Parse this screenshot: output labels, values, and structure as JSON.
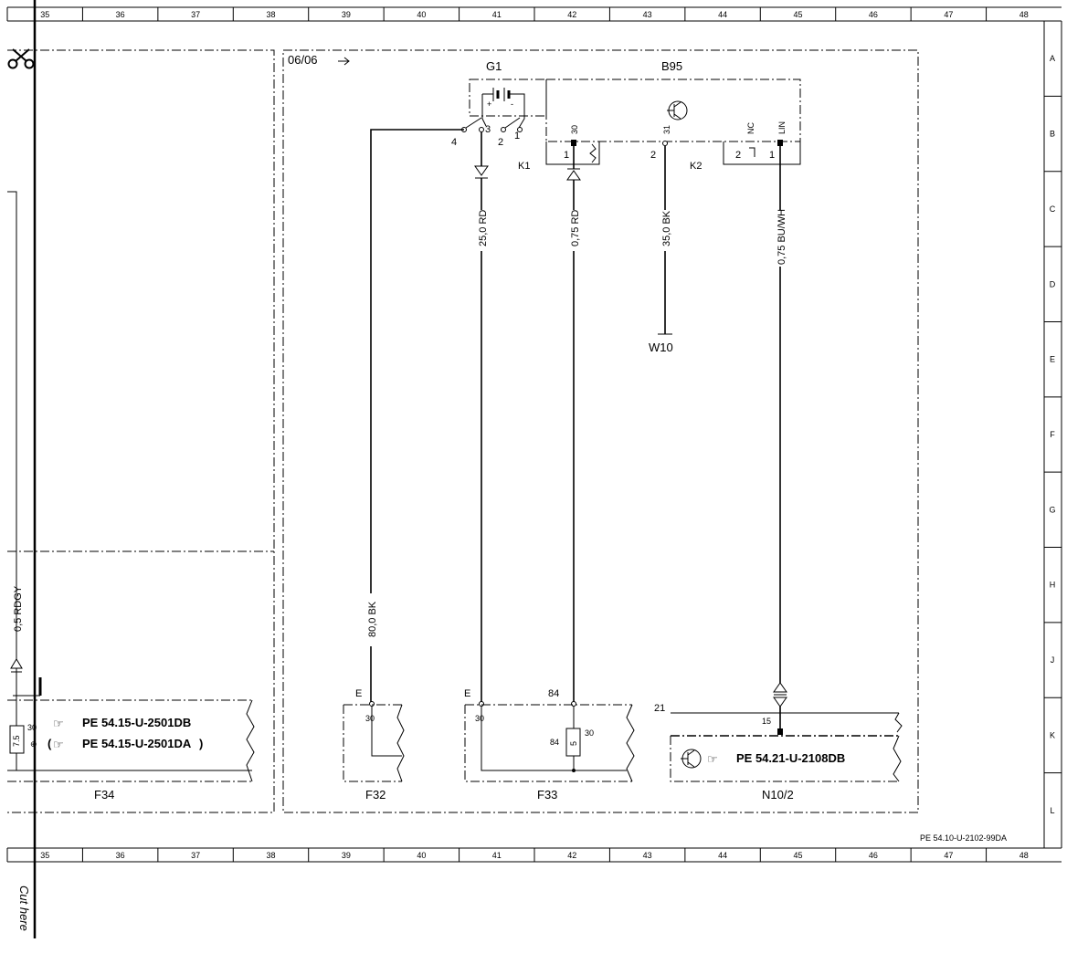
{
  "grid": {
    "columns": [
      "35",
      "36",
      "37",
      "38",
      "39",
      "40",
      "41",
      "42",
      "43",
      "44",
      "45",
      "46",
      "47",
      "48"
    ],
    "rows": [
      "A",
      "B",
      "C",
      "D",
      "E",
      "F",
      "G",
      "H",
      "J",
      "K",
      "L"
    ]
  },
  "cut": {
    "label": "Cut here",
    "icon": "scissors-icon"
  },
  "sheet": {
    "reference": "06/06",
    "document_id": "PE 54.10-U-2102-99DA"
  },
  "components": {
    "g1": "G1",
    "b95": "B95",
    "w10": "W10",
    "f34": "F34",
    "f32": "F32",
    "f33": "F33",
    "n10_2": "N10/2",
    "k1": "K1",
    "k2": "K2"
  },
  "pins": {
    "g1_4": "4",
    "g1_3": "3",
    "g1_2": "2",
    "g1_1": "1",
    "g1_plus": "+",
    "g1_minus": "-",
    "b95_30": "30",
    "b95_31": "31",
    "b95_nc": "NC",
    "b95_lin": "LIN",
    "b95_k1_1": "1",
    "b95_31_2": "2",
    "b95_nc_2": "2",
    "b95_lin_1": "1",
    "f32_e": "E",
    "f32_30": "30",
    "f33_e": "E",
    "f33_84": "84",
    "f33_30": "30",
    "f33_inner_84": "84",
    "f33_inner_30": "30",
    "f33_fuse": "5",
    "f34_30": "30",
    "f34_fuse": "7.5",
    "n10_21": "21",
    "n10_15": "15"
  },
  "wires": {
    "w_80bk": "80,0 BK",
    "w_25rd": "25,0 RD",
    "w_075rd": "0,75 RD",
    "w_35bk": "35,0 BK",
    "w_075buwh": "0,75 BU/WH",
    "w_05rdgy": "0,5 RDGY"
  },
  "references": {
    "f34_ref_1": "PE 54.15-U-2501DB",
    "f34_ref_2": "PE 54.15-U-2501DA",
    "n10_ref": "PE 54.21-U-2108DB"
  }
}
